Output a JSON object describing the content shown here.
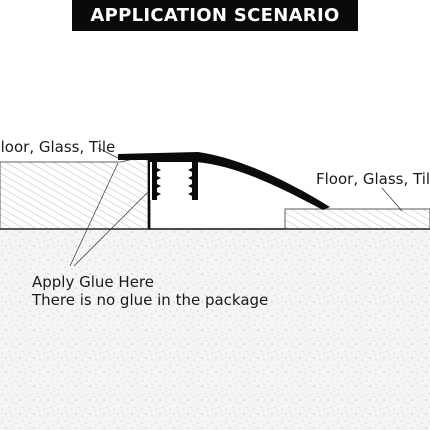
{
  "header": {
    "title": "APPLICATION SCENARIO"
  },
  "labels": {
    "left_surface": "Floor, Glass, Tile",
    "right_surface": "Floor, Glass, Tile",
    "apply_glue": "Apply Glue Here",
    "no_glue": "There is no glue in the package"
  }
}
